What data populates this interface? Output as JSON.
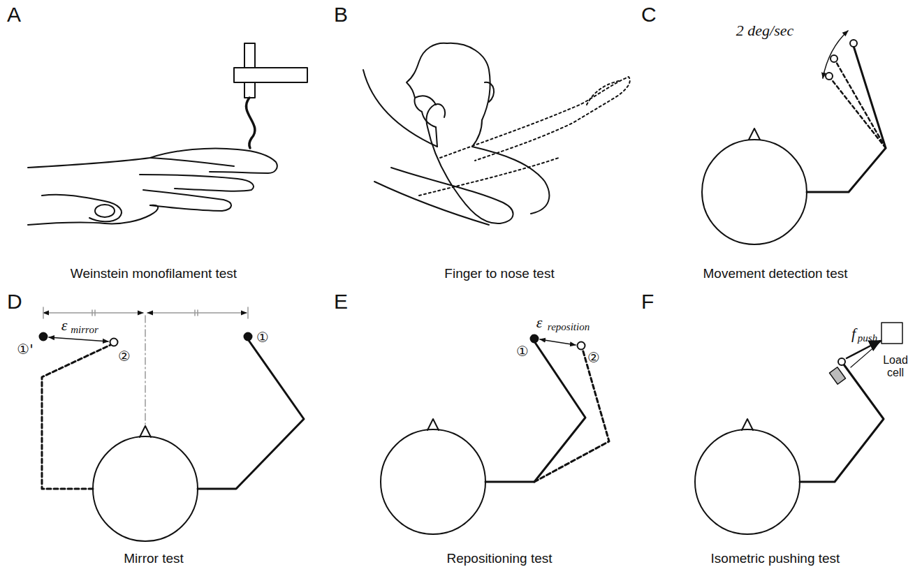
{
  "diagram": {
    "labels": [
      "A",
      "Weinstein monofilament test",
      "B",
      "Finger to nose test",
      "C",
      "2 deg/sec",
      "Movement detection test",
      "D",
      "ε",
      "mirror",
      "①",
      "①'",
      "②",
      "Mirror test",
      "E",
      "ε",
      "reposition",
      "①",
      "②",
      "Repositioning test",
      "F",
      "f",
      "push",
      "Load cell",
      "Isometric pushing test"
    ]
  }
}
